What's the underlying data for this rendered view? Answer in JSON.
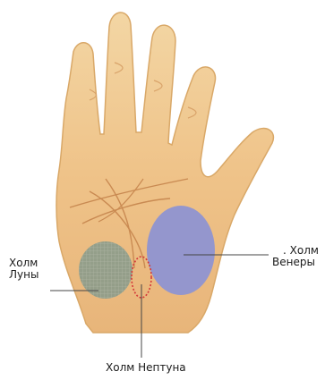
{
  "labels": {
    "moon": {
      "line1": "Холм",
      "line2": "Луны"
    },
    "venus": {
      "line1": ". Холм",
      "line2": "Венеры"
    },
    "neptune": "Холм Нептуна"
  },
  "colors": {
    "skin": "#f0c98a",
    "skin_shadow": "#e3aa66",
    "venus_mount": "#8c92d4",
    "moon_mount": "#8a9a8a",
    "neptune_outline": "#d43a3a",
    "leader_line": "#444444"
  }
}
